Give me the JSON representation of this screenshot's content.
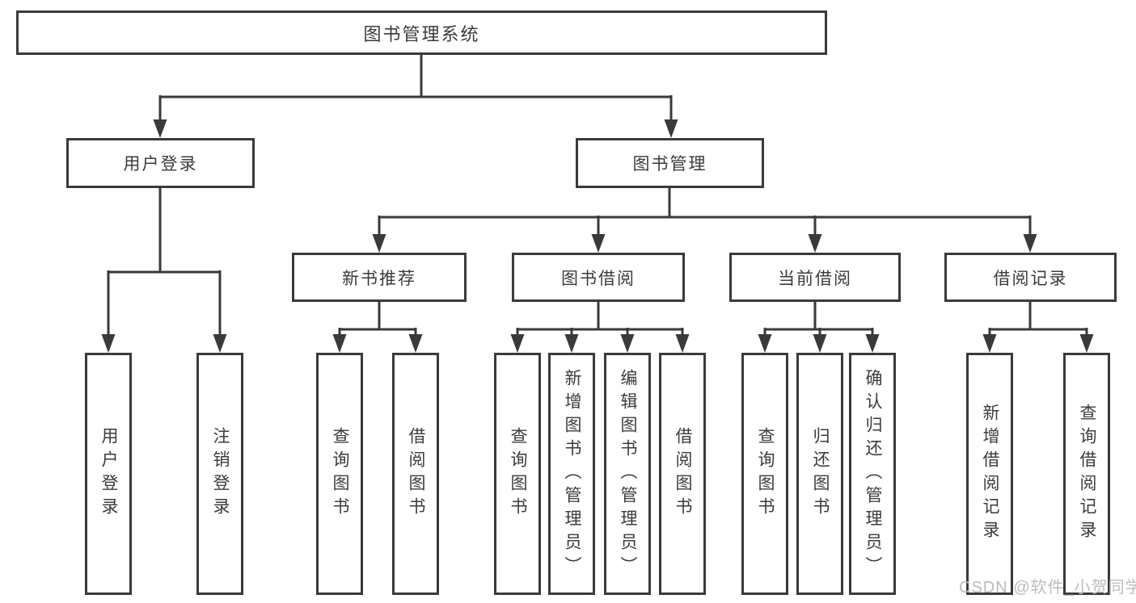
{
  "colors": {
    "line": "#3a3a3a",
    "text": "#3b3b3b",
    "background": "#ffffff",
    "watermark": "#bcbcbc"
  },
  "tree": {
    "root": {
      "label": "图书管理系统"
    },
    "branches": [
      {
        "label": "用户登录",
        "children": [
          {
            "label": "用户登录"
          },
          {
            "label": "注销登录"
          }
        ]
      },
      {
        "label": "图书管理",
        "children": [
          {
            "label": "新书推荐",
            "children": [
              {
                "label": "查询图书"
              },
              {
                "label": "借阅图书"
              }
            ]
          },
          {
            "label": "图书借阅",
            "children": [
              {
                "label": "查询图书"
              },
              {
                "label": "新增图书（管理员）"
              },
              {
                "label": "编辑图书（管理员）"
              },
              {
                "label": "借阅图书"
              }
            ]
          },
          {
            "label": "当前借阅",
            "children": [
              {
                "label": "查询图书"
              },
              {
                "label": "归还图书"
              },
              {
                "label": "确认归还（管理员）"
              }
            ]
          },
          {
            "label": "借阅记录",
            "children": [
              {
                "label": "新增借阅记录"
              },
              {
                "label": "查询借阅记录"
              }
            ]
          }
        ]
      }
    ]
  },
  "watermark": {
    "text": "CSDN @软件_小贺同学"
  }
}
